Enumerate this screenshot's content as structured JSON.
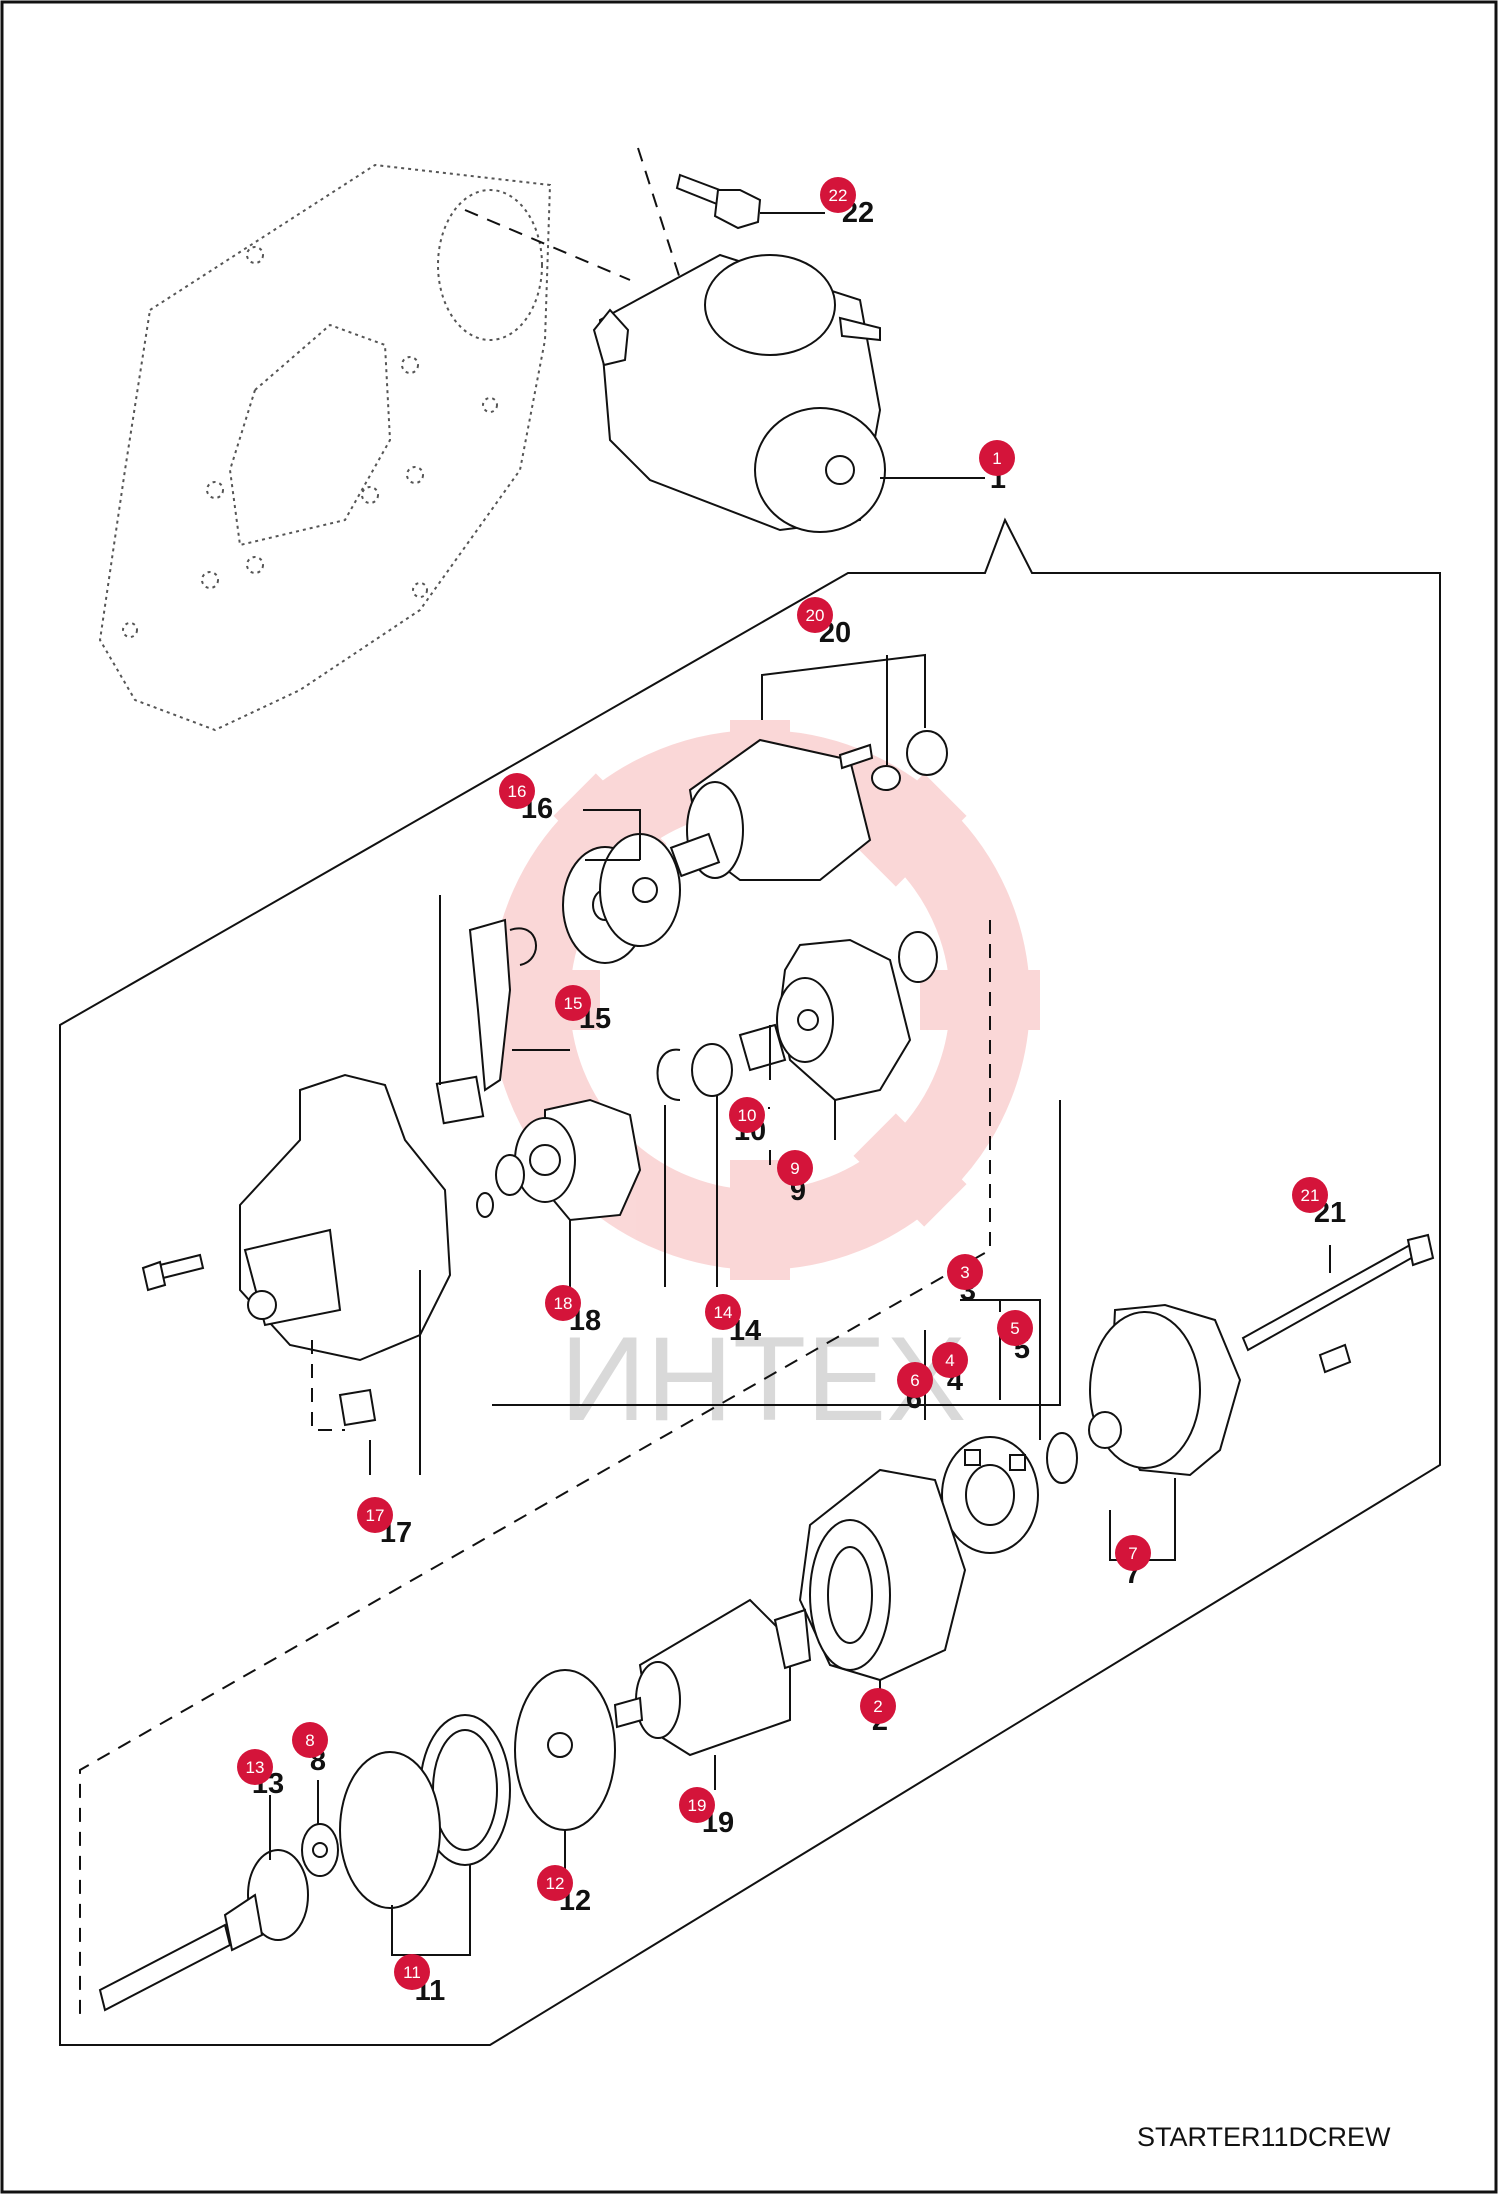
{
  "watermark": "ИНТЕХ",
  "caption": "STARTER11DCREW",
  "colors": {
    "badge": "#d4143a",
    "watermark_gear": "#f6b8b8",
    "line": "#111111"
  },
  "callouts": [
    {
      "n": "1",
      "badge": "1",
      "label": "1"
    },
    {
      "n": "2",
      "badge": "2",
      "label": "2"
    },
    {
      "n": "3",
      "badge": "3",
      "label": "3"
    },
    {
      "n": "4",
      "badge": "4",
      "label": "4"
    },
    {
      "n": "5",
      "badge": "5",
      "label": "5"
    },
    {
      "n": "6",
      "badge": "6",
      "label": "6"
    },
    {
      "n": "7",
      "badge": "7",
      "label": "7"
    },
    {
      "n": "8",
      "badge": "8",
      "label": "8"
    },
    {
      "n": "9",
      "badge": "9",
      "label": "9"
    },
    {
      "n": "10",
      "badge": "10",
      "label": "10"
    },
    {
      "n": "11",
      "badge": "11",
      "label": "11"
    },
    {
      "n": "12",
      "badge": "12",
      "label": "12"
    },
    {
      "n": "13",
      "badge": "13",
      "label": "13"
    },
    {
      "n": "14",
      "badge": "14",
      "label": "14"
    },
    {
      "n": "15",
      "badge": "15",
      "label": "15"
    },
    {
      "n": "16",
      "badge": "16",
      "label": "16"
    },
    {
      "n": "17",
      "badge": "17",
      "label": "17"
    },
    {
      "n": "18",
      "badge": "18",
      "label": "18"
    },
    {
      "n": "19",
      "badge": "19",
      "label": "19"
    },
    {
      "n": "20",
      "badge": "20",
      "label": "20"
    },
    {
      "n": "21",
      "badge": "21",
      "label": "21"
    },
    {
      "n": "22",
      "badge": "22",
      "label": "22"
    }
  ]
}
